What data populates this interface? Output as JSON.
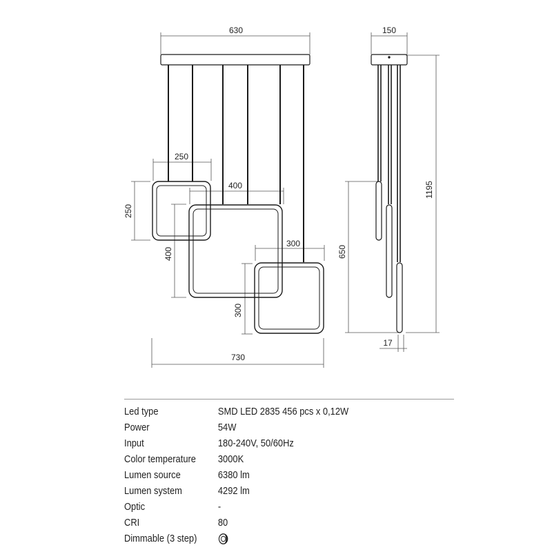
{
  "dimensions": {
    "canopy_width": "630",
    "canopy_depth": "150",
    "small_square_width": "250",
    "small_square_height": "250",
    "large_square_width": "400",
    "large_square_height": "400",
    "medium_square_width": "300",
    "medium_square_height": "300",
    "total_width": "730",
    "total_height": "1195",
    "adjustable_height": "650",
    "profile_thickness": "17"
  },
  "specs": [
    {
      "label": "Led type",
      "value": "SMD LED 2835 456 pcs x 0,12W"
    },
    {
      "label": "Power",
      "value": "54W"
    },
    {
      "label": "Input",
      "value": "180-240V, 50/60Hz"
    },
    {
      "label": "Color temperature",
      "value": "3000K"
    },
    {
      "label": "Lumen source",
      "value": "6380 lm"
    },
    {
      "label": "Lumen system",
      "value": "4292 lm"
    },
    {
      "label": "Optic",
      "value": "-"
    },
    {
      "label": "CRI",
      "value": "80"
    },
    {
      "label": "Dimmable (3 step)",
      "value": "",
      "icon": "dimmer-icon"
    }
  ],
  "colors": {
    "line": "#1a1a1a",
    "dimension_line": "#555555"
  }
}
